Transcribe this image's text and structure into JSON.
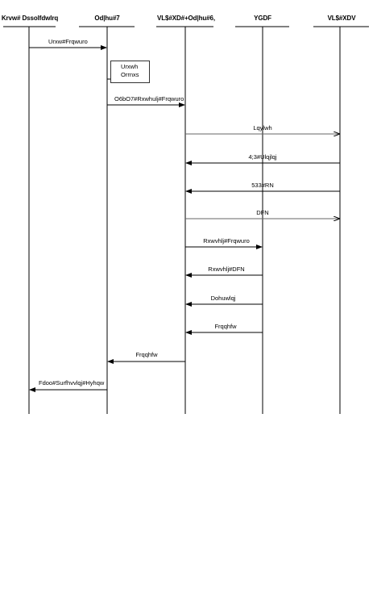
{
  "participants": [
    {
      "id": "host-app",
      "label": "Krvw# Dssolfdwlrq"
    },
    {
      "id": "layer-4",
      "label": "Od|hu#7"
    },
    {
      "id": "vl-xd-layer",
      "label": "VL$#XD#+Od|hu#6,"
    },
    {
      "id": "ygdf",
      "label": "YGDF"
    },
    {
      "id": "vl-xdv",
      "label": "VL$#XDV"
    }
  ],
  "note": {
    "line1": "Urxwh",
    "line2": "Orrnxs"
  },
  "messages": [
    {
      "id": "route-control",
      "label": "Urxw#Frqwuro"
    },
    {
      "id": "l6l-route-control",
      "label": "O6bO7#Rxwhulj#Frqwuro"
    },
    {
      "id": "invite",
      "label": "Lqylwh"
    },
    {
      "id": "ringing",
      "label": "4;3#Ulqjlqj"
    },
    {
      "id": "ok",
      "label": "533#RN"
    },
    {
      "id": "ack",
      "label": "DFN"
    },
    {
      "id": "outgoing-control",
      "label": "Rxwvhlj#Frqwuro"
    },
    {
      "id": "outgoing-ack",
      "label": "Rxwvhlj#DFN"
    },
    {
      "id": "alerting",
      "label": "Dohuwlqj"
    },
    {
      "id": "connect-1",
      "label": "Frqqhfw"
    },
    {
      "id": "connect-2",
      "label": "Frqqhfw"
    },
    {
      "id": "call-proceeding",
      "label": "Fdoo#Surfhvvlqj#Hyhqw"
    }
  ]
}
